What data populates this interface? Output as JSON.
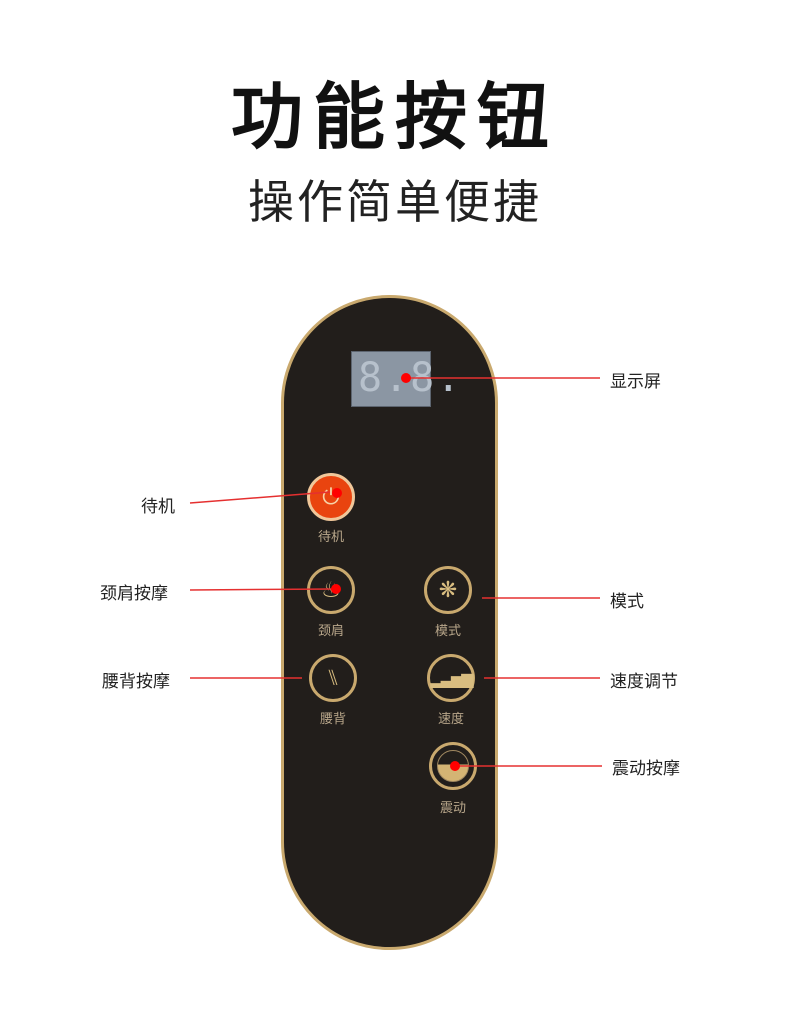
{
  "header": {
    "title": "功能按钮",
    "subtitle": "操作简单便捷"
  },
  "display": {
    "digits": "8.8."
  },
  "buttons": [
    {
      "id": "power",
      "label": "待机",
      "icon": "power-icon"
    },
    {
      "id": "neck",
      "label": "颈肩",
      "icon": "neck-massage-icon"
    },
    {
      "id": "mode",
      "label": "模式",
      "icon": "flower-icon"
    },
    {
      "id": "lumbar",
      "label": "腰背",
      "icon": "back-massage-icon"
    },
    {
      "id": "speed",
      "label": "速度",
      "icon": "signal-bars-icon"
    },
    {
      "id": "vibration",
      "label": "震动",
      "icon": "vibration-icon"
    }
  ],
  "callouts": {
    "display": "显示屏",
    "power": "待机",
    "neck": "颈肩按摩",
    "mode": "模式",
    "lumbar": "腰背按摩",
    "speed": "速度调节",
    "vibration": "震动按摩"
  },
  "colors": {
    "accent": "#e9440f",
    "gold": "#c9a96e",
    "body": "#221e1b",
    "pointer": "#e00000"
  }
}
